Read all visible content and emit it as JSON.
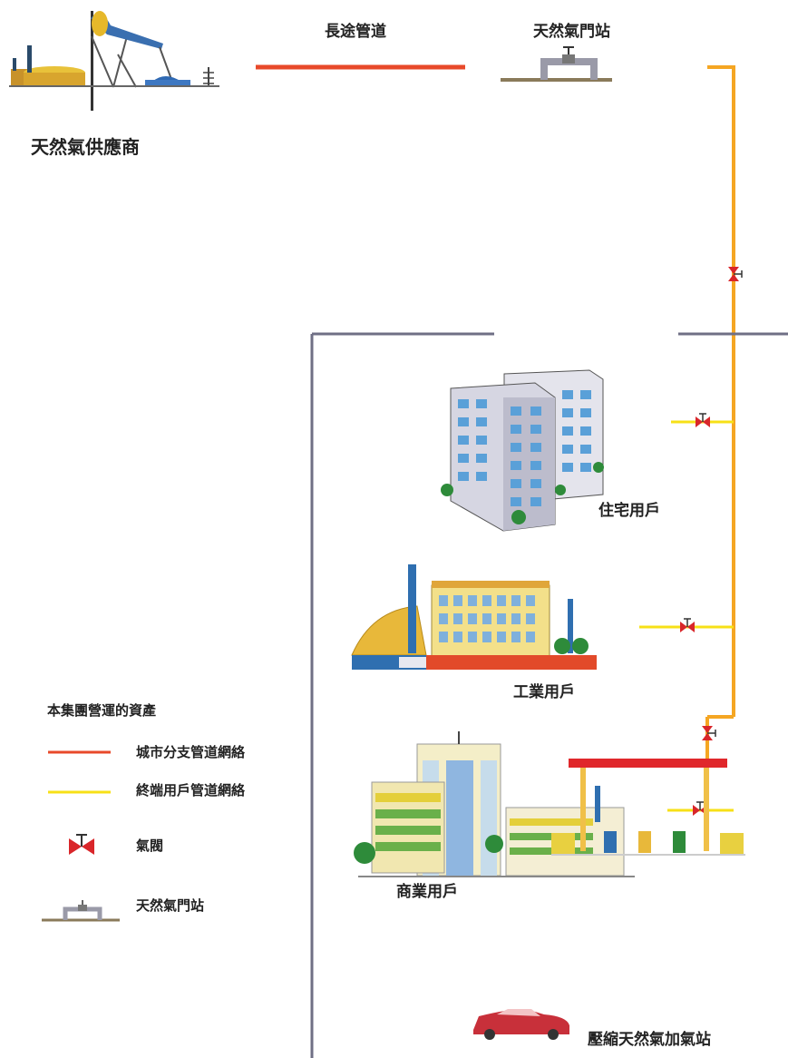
{
  "labels": {
    "supplier": "天然氣供應商",
    "long_pipeline": "長途管道",
    "gate_station": "天然氣門站",
    "residential": "住宅用戶",
    "industrial": "工業用戶",
    "commercial": "商業用戶",
    "cng_station": "壓縮天然氣加氣站"
  },
  "legend": {
    "title": "本集團營運的資產",
    "items": [
      {
        "label": "城市分支管道網絡",
        "icon": "orange-line"
      },
      {
        "label": "終端用戶管道網絡",
        "icon": "yellow-line"
      },
      {
        "label": "氣閥",
        "icon": "valve-icon"
      },
      {
        "label": "天然氣門站",
        "icon": "gate-station-icon"
      }
    ]
  },
  "colors": {
    "long_pipeline": "#e8492a",
    "city_branch": "#f5a623",
    "end_user": "#f7e017",
    "valve": "#d9262a",
    "boundary": "#6f6f85"
  }
}
